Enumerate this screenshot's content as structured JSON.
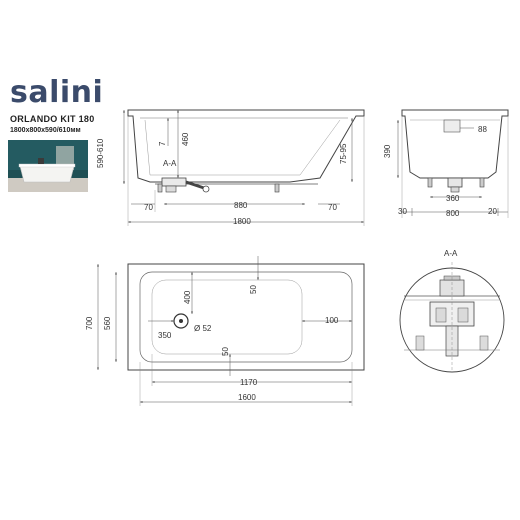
{
  "brand": {
    "logo": "salini",
    "model": "ORLANDO KIT 180",
    "size": "1800x800x590/610мм"
  },
  "side_view": {
    "height_label": "590-610",
    "drain_label": "A-A",
    "depth_label": "460",
    "rim_label": "7",
    "end_label": "75-95",
    "foot_left": "70",
    "feet_span": "880",
    "foot_right": "70",
    "total_length": "1800"
  },
  "end_view": {
    "height_label": "390",
    "overflow_label": "88",
    "feet_span": "360",
    "left_offset": "30",
    "width": "800",
    "right_offset": "20"
  },
  "top_view": {
    "width": "700",
    "inner_width": "560",
    "drain_axis": "400",
    "top_margin": "50",
    "drain_diameter": "Ø 52",
    "drain_offset": "350",
    "bottom_margin": "50",
    "end_margin": "100",
    "inner_length": "1170",
    "outer_length": "1600"
  },
  "section": {
    "label": "A-A"
  }
}
